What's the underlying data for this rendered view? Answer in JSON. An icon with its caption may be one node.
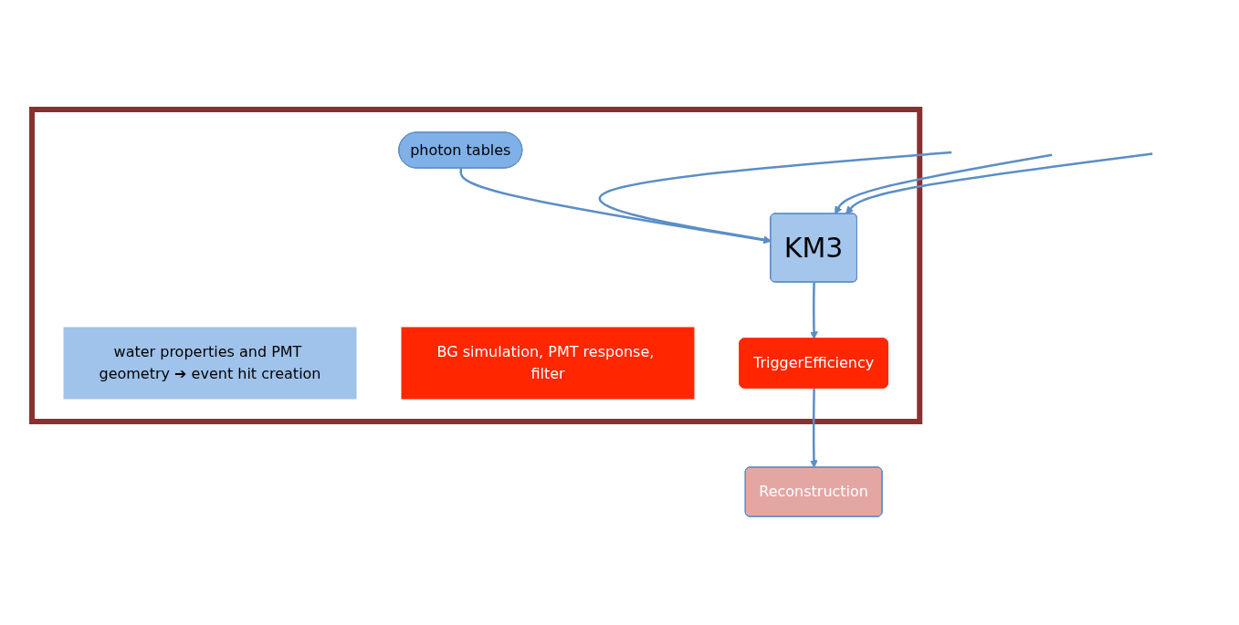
{
  "diagram": {
    "nodes": [
      {
        "text": [],
        "shape": "box"
      },
      {
        "text": [
          "water properties and PMT geometry ➔ event hit creation"
        ],
        "in": 0
      },
      {
        "text": [
          "BG simulation, PMT response, filter"
        ],
        "in": 0
      },
      {
        "text": [
          "KM3"
        ],
        "in": 0
      },
      {
        "text": [
          "photon tables"
        ],
        "in": 0
      },
      {
        "text": [
          "TriggerEfficiency"
        ],
        "in": 0
      },
      {
        "text": [
          "Reconstruction"
        ]
      }
    ],
    "edges": [
      {
        "from": null,
        "to": 3,
        "arrow": "to"
      },
      {
        "from": null,
        "to": 3,
        "arrow": "to"
      },
      {
        "from": null,
        "to": 3,
        "arrow": "to"
      },
      {
        "from": 4,
        "to": 3,
        "arrow": "to"
      },
      {
        "from": 3,
        "to": 5,
        "arrow": "to"
      },
      {
        "from": 5,
        "to": 6,
        "arrow": "to"
      }
    ]
  }
}
